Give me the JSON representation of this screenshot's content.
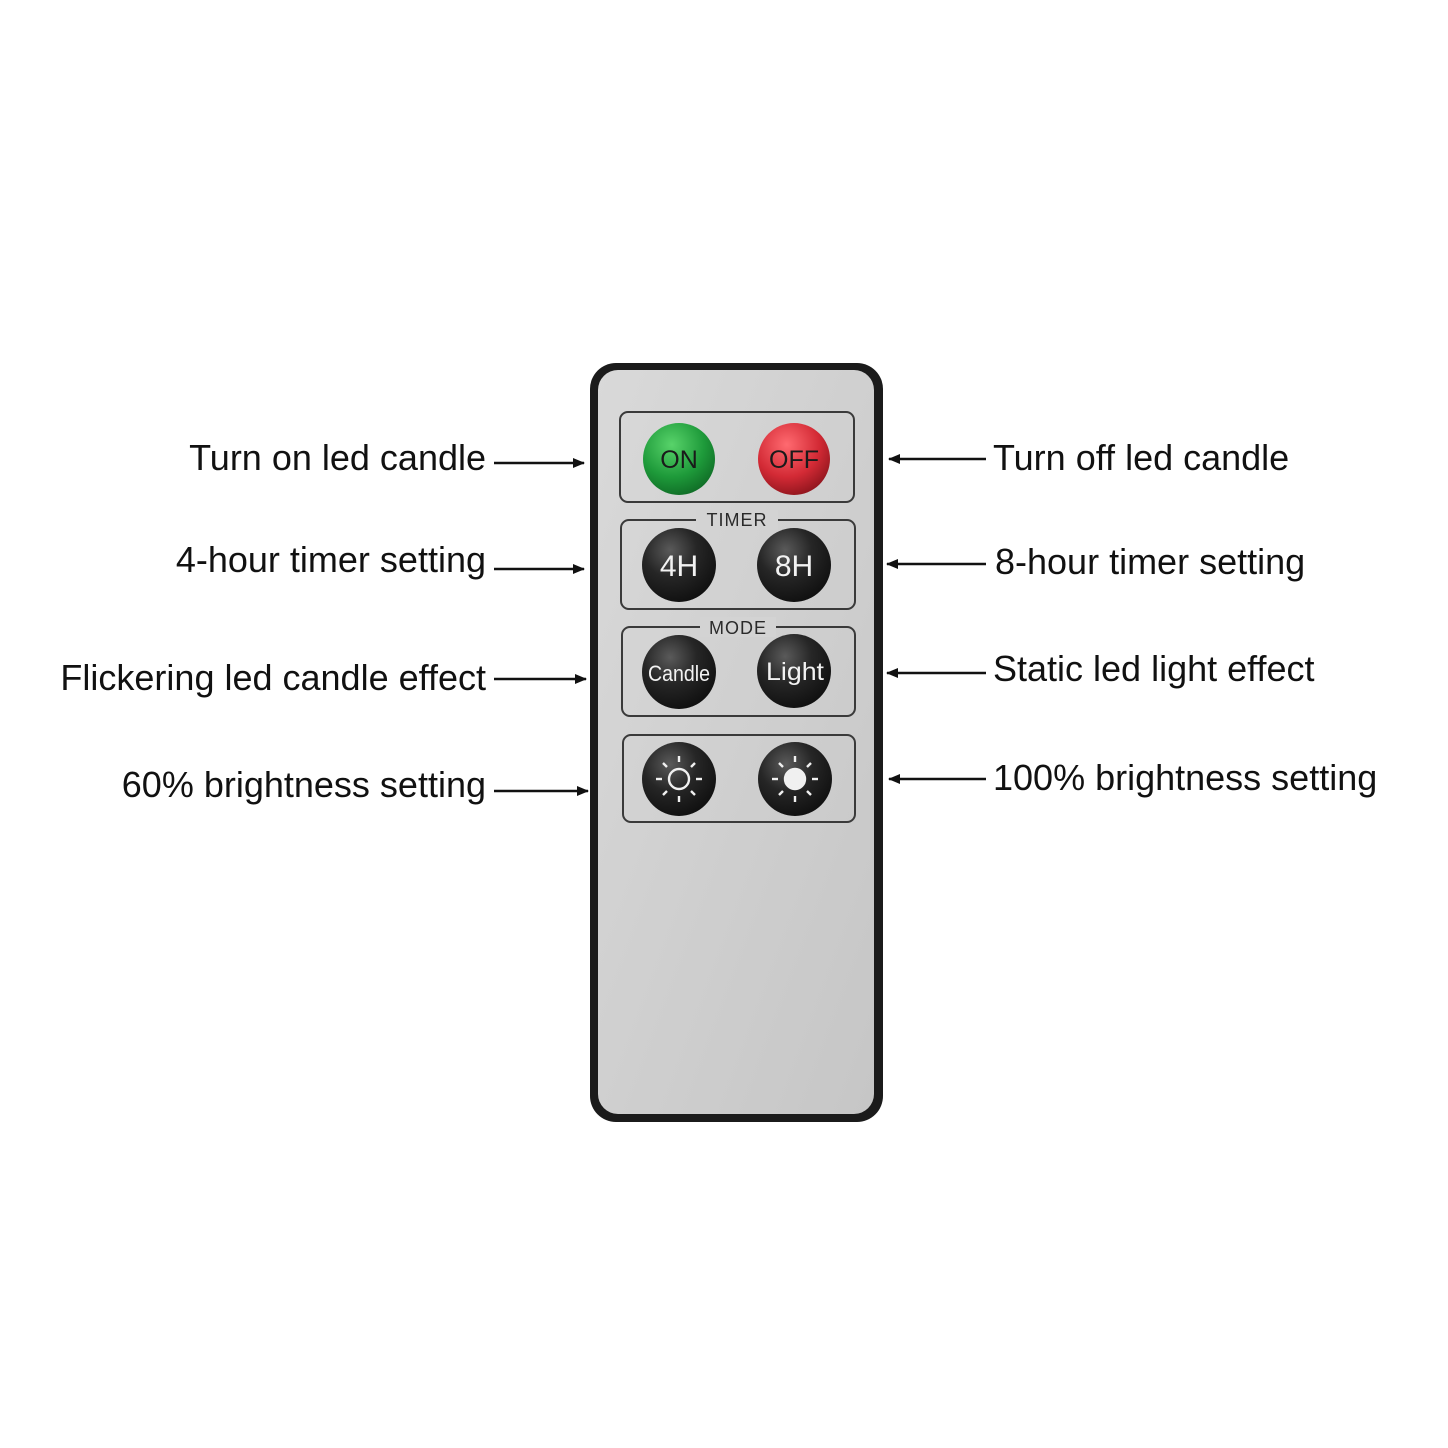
{
  "remote": {
    "buttons": {
      "on": "ON",
      "off": "OFF",
      "timer_4h": "4H",
      "timer_8h": "8H",
      "mode_candle": "Candle",
      "mode_light": "Light",
      "brightness_60": "sun-outline-icon",
      "brightness_100": "sun-filled-icon"
    },
    "group_labels": {
      "timer": "TIMER",
      "mode": "MODE"
    }
  },
  "annotations": {
    "left": [
      "Turn on led candle",
      "4-hour timer setting",
      "Flickering led candle effect",
      "60% brightness setting"
    ],
    "right": [
      "Turn off led candle",
      "8-hour timer setting",
      "Static led light effect",
      "100% brightness setting"
    ]
  },
  "colors": {
    "on_button": "#1e9a3a",
    "off_button": "#d32a35",
    "dark_button": "#1d1d1d",
    "remote_face": "#cfcfcf",
    "remote_frame": "#1b1b1b"
  }
}
